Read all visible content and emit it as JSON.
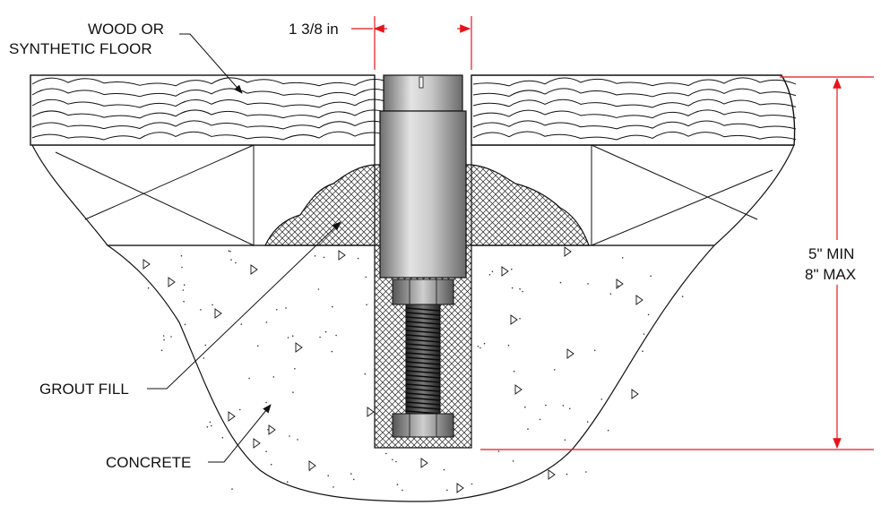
{
  "labels": {
    "floor_line1": "WOOD OR",
    "floor_line2": "SYNTHETIC FLOOR",
    "width_dim": "1 3/8 in",
    "depth_min": "5\" MIN",
    "depth_max": "8\" MAX",
    "grout": "GROUT FILL",
    "concrete": "CONCRETE"
  },
  "colors": {
    "line": "#111111",
    "dimension": "#e8141b",
    "sleeve_light": "#d6d6d6",
    "sleeve_dark": "#7a7a7a",
    "bolt": "#3a3a3a"
  }
}
